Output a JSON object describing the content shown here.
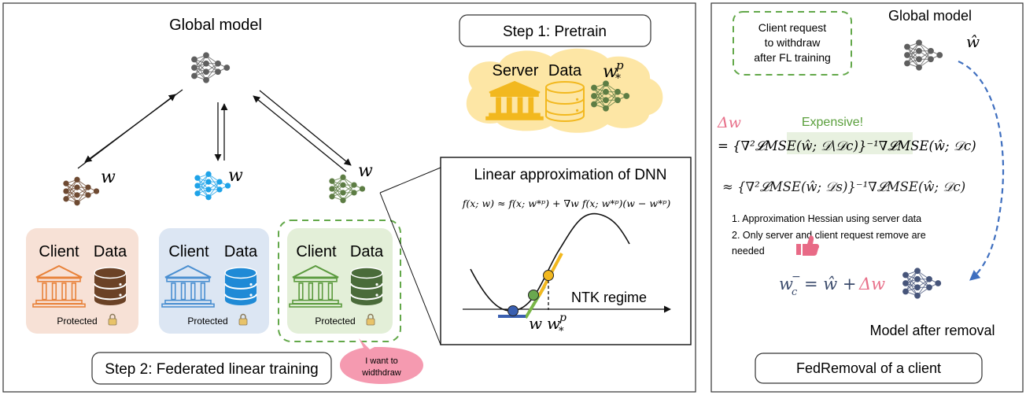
{
  "left_panel": {
    "global_model_label": "Global model",
    "step1_label": "Step 1: Pretrain",
    "step2_label": "Step 2: Federated linear training",
    "pretrain_cloud": {
      "server_label": "Server",
      "data_label": "Data",
      "weight_base": "w",
      "weight_sup": "p",
      "weight_sub": "*"
    },
    "weight_symbol": "w",
    "clients": [
      {
        "client_label": "Client",
        "data_label": "Data",
        "status": "Protected",
        "color": "#e8823a",
        "bg": "#f7e1d6",
        "db_color": "#6b4226"
      },
      {
        "client_label": "Client",
        "data_label": "Data",
        "status": "Protected",
        "color": "#4a8fd1",
        "bg": "#dce6f3",
        "db_color": "#1f8ad6"
      },
      {
        "client_label": "Client",
        "data_label": "Data",
        "status": "Protected",
        "color": "#5b9a3e",
        "bg": "#e3efd8",
        "db_color": "#4a6b3a"
      }
    ],
    "withdraw_bubble": [
      "I want to",
      "widthdraw"
    ],
    "linear_box": {
      "title": "Linear approximation of DNN",
      "equation": "f(x; w) ≈ f(x; w*ᵖ) + ∇w f(x; w*ᵖ)(w − w*ᵖ)",
      "ntk_label": "NTK regime",
      "w_label": "w",
      "wp_base": "w",
      "wp_sup": "p",
      "wp_sub": "*"
    }
  },
  "right_panel": {
    "request_box": [
      "Client request",
      "to withdraw",
      "after FL training"
    ],
    "global_model_label": "Global model",
    "what_symbol": "ŵ",
    "delta_w": "Δw",
    "expensive": "Expensive!",
    "eq1": "= {∇²𝓛MSE(ŵ; 𝒟\\𝒟c)}⁻¹∇𝓛MSE(ŵ; 𝒟c)",
    "eq2": "≈ {∇²𝓛MSE(ŵ; 𝒟s)}⁻¹∇𝓛MSE(ŵ; 𝒟c)",
    "notes": [
      "1.  Approximation Hessian using server data",
      "2.  Only server and client request remove are",
      "     needed"
    ],
    "update_lhs": "w",
    "update_lhs_sub": "c",
    "update_lhs_sup": "−",
    "update_rhs1": "= ŵ +",
    "update_rhs2": "Δw",
    "model_after_label": "Model after removal",
    "footer_label": "FedRemoval of a client"
  },
  "colors": {
    "gray_net": "#5f5f5f",
    "brown_net": "#6e4a32",
    "blue_net": "#1fa3e8",
    "green_net": "#5d7d44",
    "navy_net": "#47557a",
    "delta_pink": "#e8708a",
    "expensive_green": "#5a9f3c",
    "approx_green": "#4d8c2e",
    "cloud": "#fde6a5",
    "gold": "#f2b81f",
    "bubble": "#f59ab0"
  }
}
